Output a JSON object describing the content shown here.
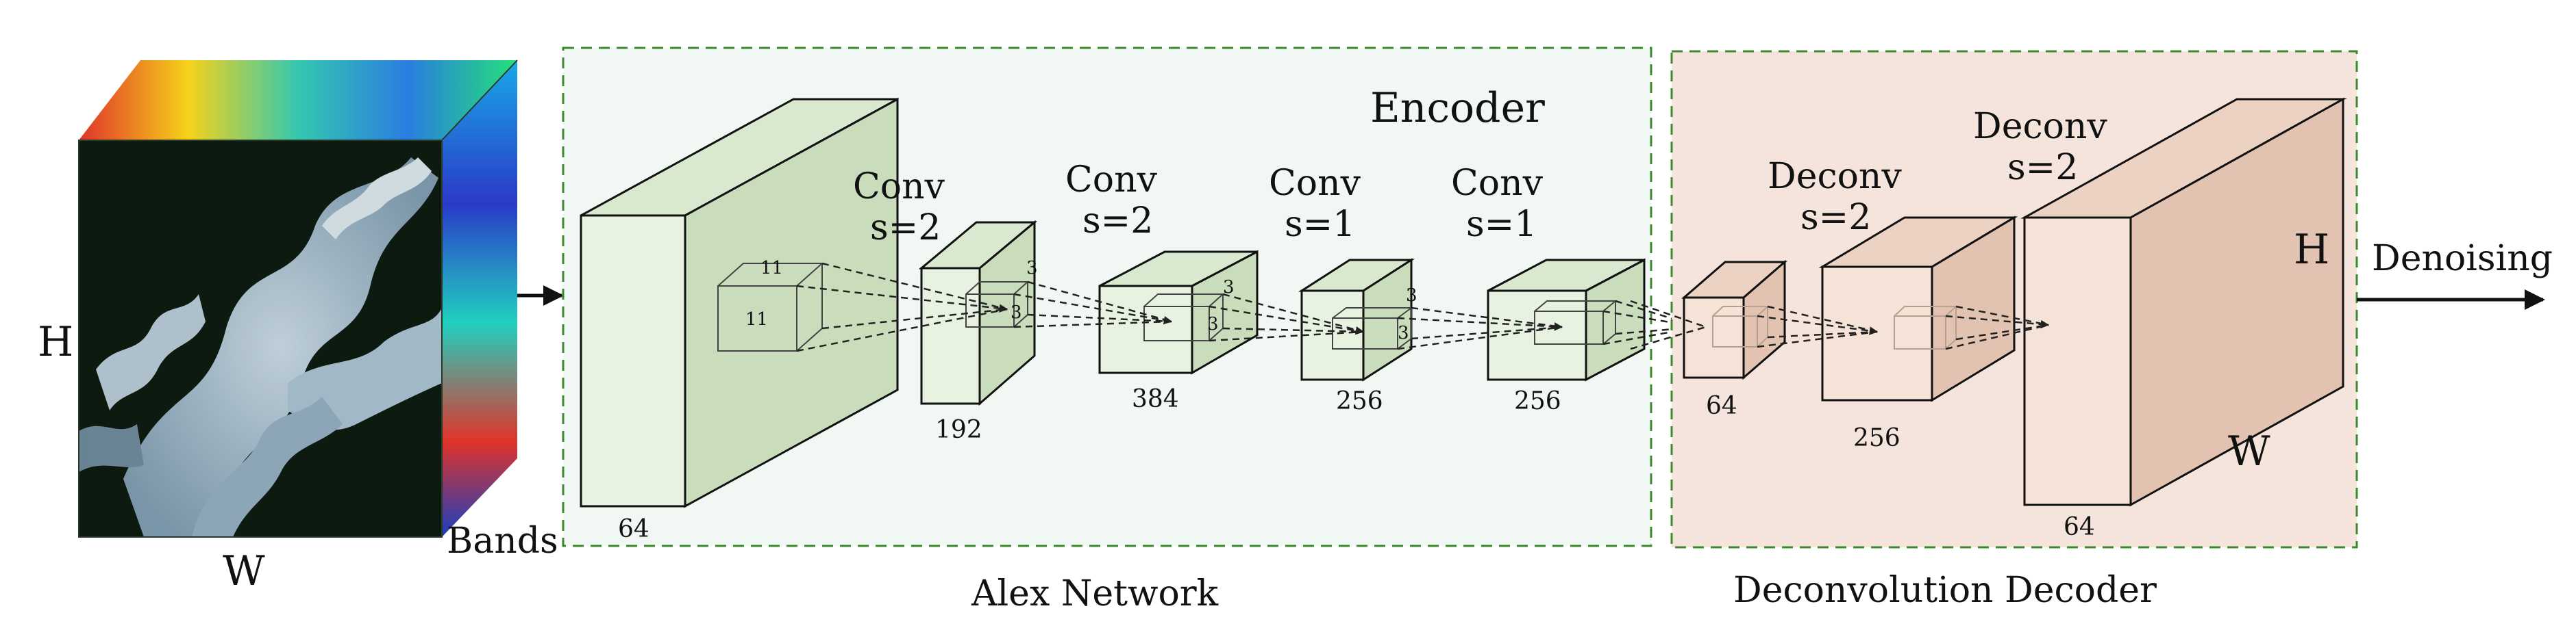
{
  "input": {
    "h": "H",
    "w": "W",
    "bands": "Bands"
  },
  "encoder": {
    "title": "Encoder",
    "caption": "Alex Network",
    "block1": {
      "depth": "64",
      "kernel_a": "11",
      "kernel_b": "11"
    },
    "block2": {
      "op": "Conv",
      "stride": "s=2",
      "depth": "192",
      "kernel_a": "3",
      "kernel_b": "3"
    },
    "block3": {
      "op": "Conv",
      "stride": "s=2",
      "depth": "384",
      "kernel_a": "3",
      "kernel_b": "3"
    },
    "block4": {
      "op": "Conv",
      "stride": "s=1",
      "depth": "256",
      "kernel_a": "3",
      "kernel_b": "3"
    },
    "block5": {
      "op": "Conv",
      "stride": "s=1",
      "depth": "256"
    }
  },
  "decoder": {
    "caption": "Deconvolution Decoder",
    "block1": {
      "op": "Deconv",
      "stride": "s=2",
      "depth": "64"
    },
    "block2": {
      "op": "Deconv",
      "stride": "s=2",
      "depth": "256"
    },
    "block3": {
      "depth": "64",
      "h": "H",
      "w": "W"
    }
  },
  "output": {
    "label": "Denoising"
  },
  "colors": {
    "encoder_fill": "#f1f8f3",
    "encoder_border": "#3d8a2e",
    "decoder_fill": "#f5e4dc",
    "decoder_border": "#3d8a2e",
    "enc_block_front": "#e8f2e0",
    "enc_block_top": "#d9e9cf",
    "enc_block_side": "#c9ddbd",
    "dec_block_front": "#f6e3d8",
    "dec_block_top": "#ecd2c3",
    "dec_block_side": "#e2c2b0"
  }
}
